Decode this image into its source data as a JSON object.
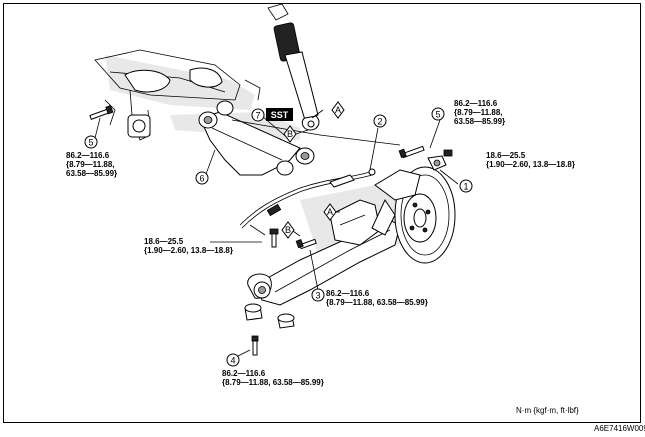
{
  "callouts": {
    "c1": "1",
    "c2": "2",
    "c3": "3",
    "c4": "4",
    "c5a": "5",
    "c5b": "5",
    "c6": "6",
    "c7": "7"
  },
  "labels": {
    "a_top": "A",
    "b_top": "B",
    "a_low": "A",
    "b_low": "B",
    "sst": "SST"
  },
  "torques": {
    "t5_left": [
      "86.2—116.6",
      "{8.79—11.88,",
      "63.58—85.99}"
    ],
    "t5_right": [
      "86.2—116.6",
      "{8.79—11.88,",
      "63.58—85.99}"
    ],
    "t1": [
      "18.6—25.5",
      "{1.90—2.60, 13.8—18.8}"
    ],
    "t_mid": [
      "18.6—25.5",
      "{1.90—2.60, 13.8—18.8}"
    ],
    "t3": [
      "86.2—116.6",
      "{8.79—11.88, 63.58—85.99}"
    ],
    "t4": [
      "86.2—116.6",
      "{8.79—11.88, 63.58—85.99}"
    ]
  },
  "units": "N·m {kgf·m, ft·lbf}",
  "figure_code": "A6E7416W009"
}
